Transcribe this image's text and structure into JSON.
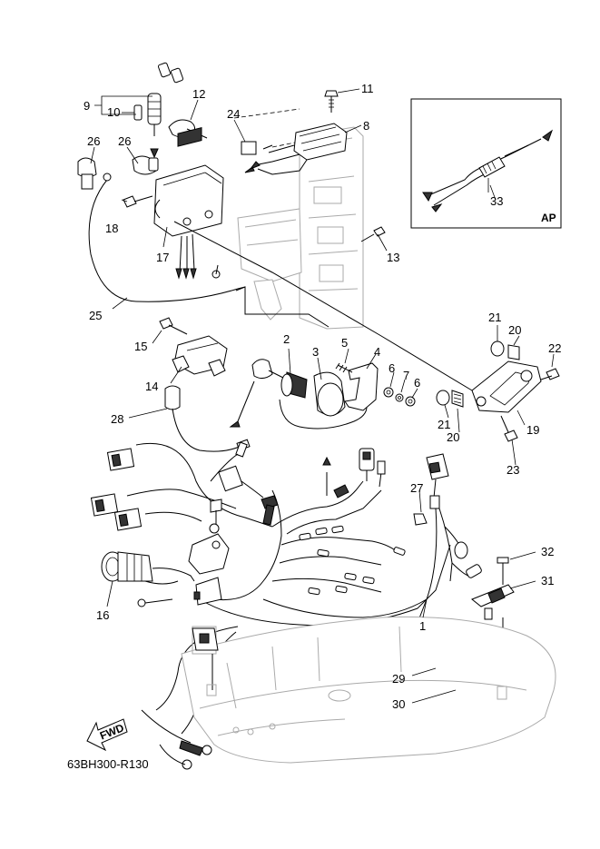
{
  "diagram": {
    "drawing_code": "63BH300-R130",
    "fwd_arrow_text": "FWD",
    "inset_label": "AP",
    "callouts": [
      {
        "id": "c1",
        "text": "1"
      },
      {
        "id": "c2",
        "text": "2"
      },
      {
        "id": "c3",
        "text": "3"
      },
      {
        "id": "c4",
        "text": "4"
      },
      {
        "id": "c5",
        "text": "5"
      },
      {
        "id": "c6a",
        "text": "6"
      },
      {
        "id": "c6b",
        "text": "6"
      },
      {
        "id": "c7",
        "text": "7"
      },
      {
        "id": "c8",
        "text": "8"
      },
      {
        "id": "c9",
        "text": "9"
      },
      {
        "id": "c10",
        "text": "10"
      },
      {
        "id": "c11",
        "text": "11"
      },
      {
        "id": "c12",
        "text": "12"
      },
      {
        "id": "c13",
        "text": "13"
      },
      {
        "id": "c14",
        "text": "14"
      },
      {
        "id": "c15",
        "text": "15"
      },
      {
        "id": "c16",
        "text": "16"
      },
      {
        "id": "c17",
        "text": "17"
      },
      {
        "id": "c18",
        "text": "18"
      },
      {
        "id": "c19",
        "text": "19"
      },
      {
        "id": "c20a",
        "text": "20"
      },
      {
        "id": "c20b",
        "text": "20"
      },
      {
        "id": "c21a",
        "text": "21"
      },
      {
        "id": "c21b",
        "text": "21"
      },
      {
        "id": "c22",
        "text": "22"
      },
      {
        "id": "c23",
        "text": "23"
      },
      {
        "id": "c24",
        "text": "24"
      },
      {
        "id": "c25",
        "text": "25"
      },
      {
        "id": "c26a",
        "text": "26"
      },
      {
        "id": "c26b",
        "text": "26"
      },
      {
        "id": "c27",
        "text": "27"
      },
      {
        "id": "c28",
        "text": "28"
      },
      {
        "id": "c29",
        "text": "29"
      },
      {
        "id": "c30",
        "text": "30"
      },
      {
        "id": "c31",
        "text": "31"
      },
      {
        "id": "c32",
        "text": "32"
      },
      {
        "id": "c33",
        "text": "33"
      }
    ]
  }
}
